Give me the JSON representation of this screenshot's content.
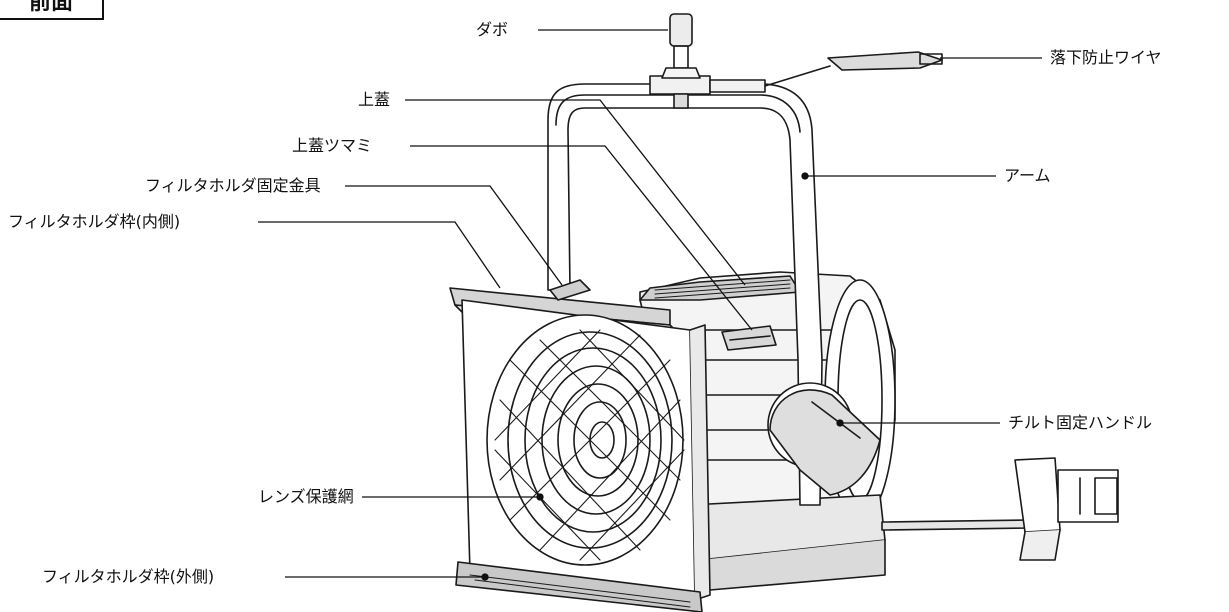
{
  "view_title": "前面",
  "labels": {
    "dowel": "ダボ",
    "fall_prevention_wire": "落下防止ワイヤ",
    "top_cover": "上蓋",
    "top_cover_knob": "上蓋ツマミ",
    "arm": "アーム",
    "filter_holder_bracket": "フィルタホルダ固定金具",
    "filter_holder_frame_inner": "フィルタホルダ枠(内側)",
    "tilt_handle": "チルト固定ハンドル",
    "lens_guard": "レンズ保護網",
    "filter_holder_frame_outer": "フィルタホルダ枠(外側)"
  }
}
